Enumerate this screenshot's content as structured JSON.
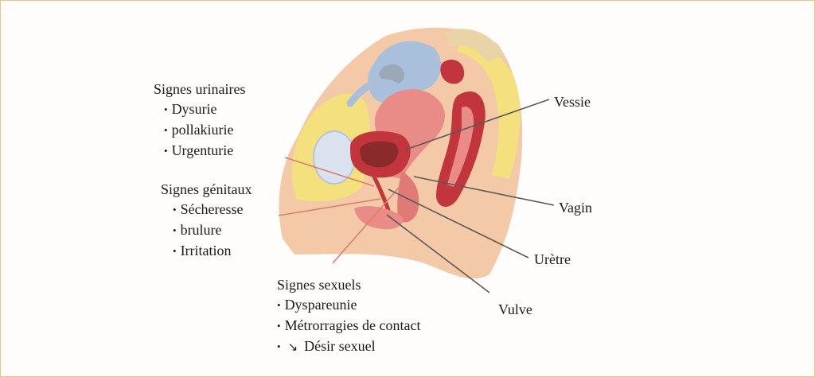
{
  "groups": {
    "urinaires": {
      "title": "Signes  urinaires",
      "items": [
        "Dysurie",
        "pollakiurie",
        "Urgenturie"
      ]
    },
    "genitaux": {
      "title": "Signes génitaux",
      "items": [
        "Sécheresse",
        "brulure",
        "Irritation"
      ]
    },
    "sexuels": {
      "title": "Signes  sexuels",
      "items": [
        "Dyspareunie",
        "Métrorragies de contact"
      ],
      "last_item_arrow": "↘",
      "last_item_text": "Désir sexuel"
    }
  },
  "organs": {
    "vessie": "Vessie",
    "vagin": "Vagin",
    "uretre": "Urètre",
    "vulve": "Vulve"
  },
  "colors": {
    "border": "#e6c978",
    "skin": "#f3c9a7",
    "fat": "#f4e07c",
    "blue": "#a9c0dc",
    "red": "#c2353c",
    "pink": "#e98b86",
    "leader_left": "#d9806b",
    "leader_right": "#5a5a5a"
  }
}
